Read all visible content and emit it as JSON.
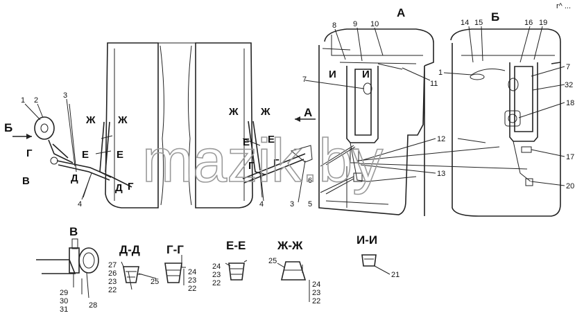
{
  "views": {
    "a": "А",
    "b": "Б"
  },
  "callouts": {
    "n1": "1",
    "n2": "2",
    "n3": "3",
    "n4": "4",
    "n5": "5",
    "n6": "6",
    "n7": "7",
    "n8": "8",
    "n9": "9",
    "n10": "10",
    "n11": "11",
    "n12": "12",
    "n13": "13",
    "n14": "14",
    "n15": "15",
    "n16": "16",
    "n17": "17",
    "n18": "18",
    "n19": "19",
    "n20": "20",
    "n21": "21",
    "n22": "22",
    "n23": "23",
    "n24": "24",
    "n25": "25",
    "n26": "26",
    "n27": "27",
    "n28": "28",
    "n29": "29",
    "n30": "30",
    "n31": "31",
    "n32": "32"
  },
  "section_marks": {
    "v": "В",
    "g": "Г",
    "d": "Д",
    "e": "Е",
    "zh": "Ж",
    "i": "И"
  },
  "section_titles": {
    "v": "В",
    "dd": "Д-Д",
    "gg": "Г-Г",
    "ee": "Е-Е",
    "zhzh": "Ж-Ж",
    "ii": "И-И"
  },
  "watermark": "mazik.by",
  "corner_mark": "r^ ..."
}
